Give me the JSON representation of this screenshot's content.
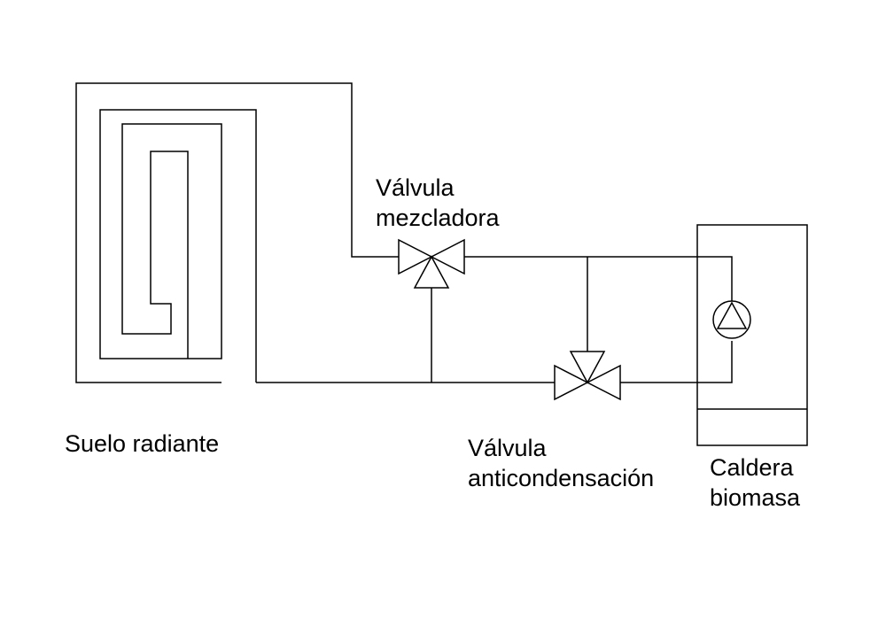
{
  "labels": {
    "suelo_radiante": "Suelo radiante",
    "valvula_mezcladora": [
      "Válvula",
      "mezcladora"
    ],
    "valvula_anticondensacion": [
      "Válvula",
      "anticondensación"
    ],
    "caldera_biomasa": [
      "Caldera",
      "biomasa"
    ]
  },
  "colors": {
    "line": "#000000",
    "background": "#ffffff"
  }
}
